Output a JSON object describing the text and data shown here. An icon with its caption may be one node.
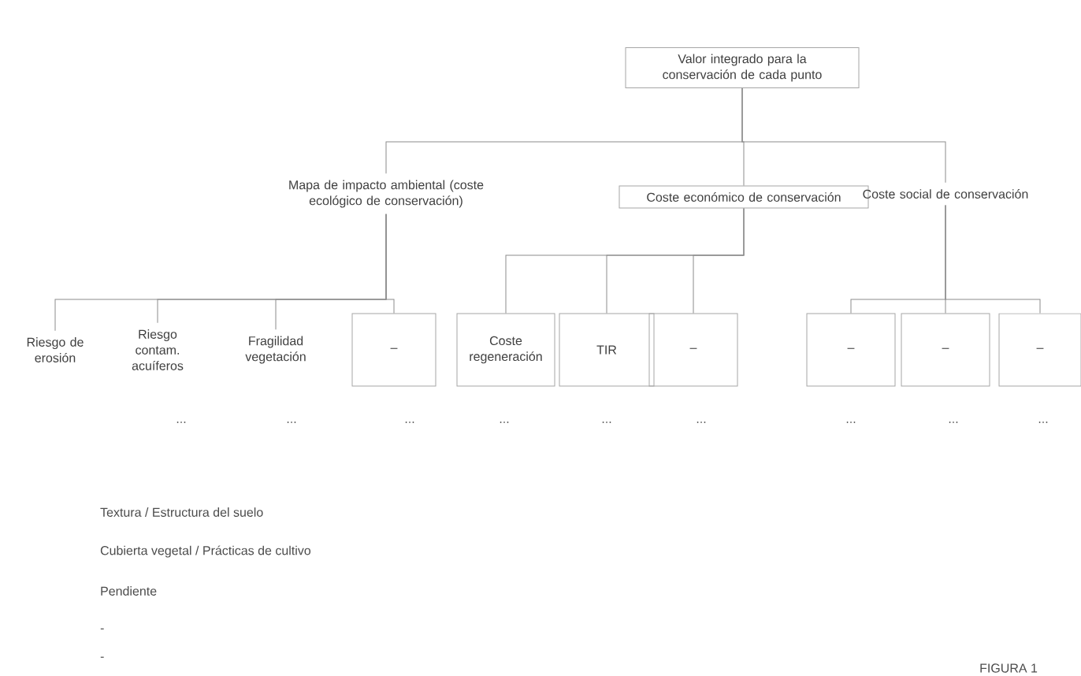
{
  "diagram": {
    "nodes": [
      {
        "text": [
          "Valor integrado para la conservación de cada punto"
        ]
      },
      {
        "text": [
          "Mapa de impacto ambiental (coste ecológico de conservación)"
        ]
      },
      {
        "text": [
          "Coste económico de conservación"
        ]
      },
      {
        "text": [
          "Coste social de conservación"
        ]
      },
      {
        "text": [
          "Riesgo de erosión"
        ]
      },
      {
        "text": [
          "Riesgo contam. acuíferos"
        ]
      },
      {
        "text": [
          "Fragilidad vegetación"
        ]
      },
      {
        "text": [
          "–"
        ]
      },
      {
        "text": [
          "Coste regeneración"
        ]
      },
      {
        "text": [
          "TIR"
        ]
      },
      {
        "text": [
          "–"
        ]
      },
      {
        "text": [
          "–"
        ]
      },
      {
        "text": [
          "–"
        ]
      },
      {
        "text": [
          "–"
        ]
      }
    ],
    "edges": [
      {
        "from": 0,
        "to": 1,
        "arrow": "none"
      },
      {
        "from": 0,
        "to": 2,
        "arrow": "none"
      },
      {
        "from": 0,
        "to": 3,
        "arrow": "none"
      },
      {
        "from": 1,
        "to": 4,
        "arrow": "none"
      },
      {
        "from": 1,
        "to": 5,
        "arrow": "none"
      },
      {
        "from": 1,
        "to": 6,
        "arrow": "none"
      },
      {
        "from": 1,
        "to": 7,
        "arrow": "none"
      },
      {
        "from": 2,
        "to": 8,
        "arrow": "none"
      },
      {
        "from": 2,
        "to": 9,
        "arrow": "none"
      },
      {
        "from": 2,
        "to": 10,
        "arrow": "none"
      },
      {
        "from": 3,
        "to": 11,
        "arrow": "none"
      },
      {
        "from": 3,
        "to": 12,
        "arrow": "none"
      },
      {
        "from": 3,
        "to": 13,
        "arrow": "none"
      }
    ],
    "labels": [
      "...",
      "...",
      "...",
      "...",
      "...",
      "...",
      "...",
      "...",
      "...",
      "Textura / Estructura del suelo",
      "Cubierta vegetal / Prácticas de cultivo",
      "Pendiente",
      "-",
      "-",
      "FIGURA 1"
    ]
  }
}
